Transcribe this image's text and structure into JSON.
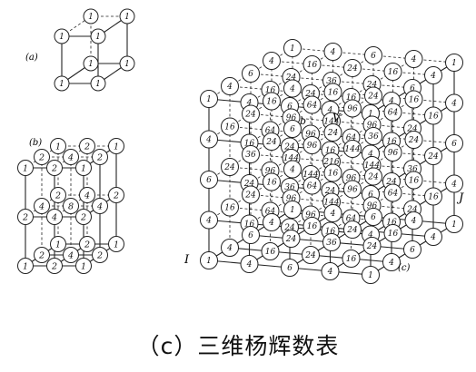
{
  "figure": {
    "panel_labels": {
      "a": "(a)",
      "b": "(b)",
      "c": "(c)"
    },
    "big_cube_side_marks": [
      "I",
      "J",
      "V",
      "b"
    ]
  },
  "caption": "（c）三维杨辉数表",
  "cube_a": {
    "n": 1
  },
  "cube_b": {
    "n": 2
  },
  "cube_c": {
    "n": 4
  }
}
